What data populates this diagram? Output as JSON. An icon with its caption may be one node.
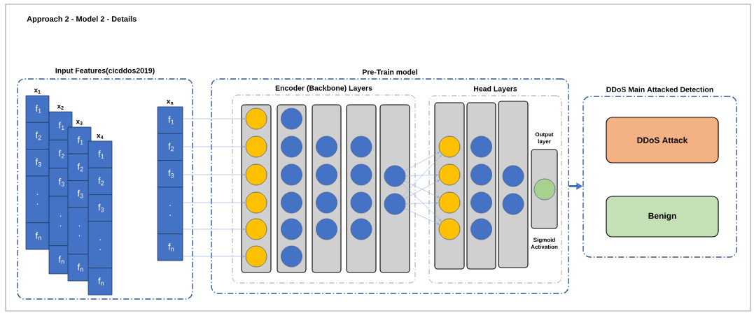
{
  "diagram": {
    "title": "Approach 2 - Model 2 - Details",
    "nodes": [
      {
        "text": [
          "Input Features(cicddos2019)"
        ]
      },
      {
        "text": [
          "x$_{1}$",
          "f$_{1}$",
          "f$_{2}$",
          "f$_{3}$",
          ". .",
          "f$_{n}$"
        ],
        "in": 0
      },
      {
        "text": [
          "x$_{2}$",
          "f$_{1}$",
          "f$_{2}$",
          "f$_{3}$",
          ". .",
          "f$_{n}$"
        ],
        "in": 0
      },
      {
        "text": [
          "x$_{3}$",
          "f$_{1}$",
          "f$_{2}$",
          "f$_{3}$",
          ". .",
          "f$_{n}$"
        ],
        "in": 0
      },
      {
        "text": [
          "x$_{4}$",
          "f$_{1}$",
          "f$_{2}$",
          "f$_{3}$",
          ". .",
          "f$_{n}$"
        ],
        "in": 0
      },
      {
        "text": [
          "x$_{n}$",
          "f$_{1}$",
          "f$_{2}$",
          "f$_{3}$",
          ". .",
          "f$_{n}$"
        ],
        "in": 0
      },
      {
        "text": [
          "Pre-Train model"
        ]
      },
      {
        "text": [
          "Encoder (Backbone) Layers"
        ],
        "in": 6
      },
      {
        "text": [],
        "shape": "bar",
        "in": 7
      },
      {
        "text": [],
        "shape": "circle",
        "in": 8
      },
      {
        "text": [],
        "shape": "circle",
        "in": 8
      },
      {
        "text": [],
        "shape": "circle",
        "in": 8
      },
      {
        "text": [],
        "shape": "circle",
        "in": 8
      },
      {
        "text": [],
        "shape": "circle",
        "in": 8
      },
      {
        "text": [],
        "shape": "circle",
        "in": 8
      },
      {
        "text": [],
        "shape": "bar",
        "in": 7
      },
      {
        "text": [],
        "shape": "circle",
        "in": 15
      },
      {
        "text": [],
        "shape": "circle",
        "in": 15
      },
      {
        "text": [],
        "shape": "circle",
        "in": 15
      },
      {
        "text": [],
        "shape": "circle",
        "in": 15
      },
      {
        "text": [],
        "shape": "circle",
        "in": 15
      },
      {
        "text": [],
        "shape": "circle",
        "in": 15
      },
      {
        "text": [],
        "shape": "bar",
        "in": 7
      },
      {
        "text": [],
        "shape": "circle",
        "in": 22
      },
      {
        "text": [],
        "shape": "circle",
        "in": 22
      },
      {
        "text": [],
        "shape": "circle",
        "in": 22
      },
      {
        "text": [],
        "shape": "circle",
        "in": 22
      },
      {
        "text": [],
        "shape": "bar",
        "in": 7
      },
      {
        "text": [],
        "shape": "circle",
        "in": 27
      },
      {
        "text": [],
        "shape": "circle",
        "in": 27
      },
      {
        "text": [],
        "shape": "circle",
        "in": 27
      },
      {
        "text": [],
        "shape": "circle",
        "in": 27
      },
      {
        "text": [],
        "shape": "bar",
        "in": 7
      },
      {
        "text": [],
        "shape": "circle",
        "in": 32
      },
      {
        "text": [],
        "shape": "circle",
        "in": 32
      },
      {
        "text": [
          "Head Layers"
        ],
        "in": 6
      },
      {
        "text": [],
        "shape": "bar",
        "in": 35
      },
      {
        "text": [],
        "shape": "circle",
        "in": 36
      },
      {
        "text": [],
        "shape": "circle",
        "in": 36
      },
      {
        "text": [],
        "shape": "circle",
        "in": 36
      },
      {
        "text": [],
        "shape": "circle",
        "in": 36
      },
      {
        "text": [],
        "shape": "bar",
        "in": 35
      },
      {
        "text": [],
        "shape": "circle",
        "in": 41
      },
      {
        "text": [],
        "shape": "circle",
        "in": 41
      },
      {
        "text": [],
        "shape": "circle",
        "in": 41
      },
      {
        "text": [],
        "shape": "circle",
        "in": 41
      },
      {
        "text": [],
        "shape": "bar",
        "in": 35
      },
      {
        "text": [],
        "shape": "circle",
        "in": 46
      },
      {
        "text": [],
        "shape": "circle",
        "in": 46
      },
      {
        "text": [
          "Output layer"
        ],
        "beside": [
          "Sigmoid Activation"
        ],
        "in": 35
      },
      {
        "text": [],
        "shape": "circle",
        "in": 49
      },
      {
        "text": [
          "DDoS Main Attacked Detection"
        ]
      },
      {
        "text": [
          "DDoS Attack"
        ],
        "in": 51
      },
      {
        "text": [
          "Benign"
        ],
        "in": 51
      }
    ],
    "edges": [
      {
        "from": 5,
        "to": 9,
        "arrow": "to"
      },
      {
        "from": 5,
        "to": 10,
        "arrow": "to"
      },
      {
        "from": 5,
        "to": 11,
        "arrow": "to"
      },
      {
        "from": 5,
        "to": 12,
        "arrow": "to"
      },
      {
        "from": 5,
        "to": 13,
        "arrow": "to"
      },
      {
        "from": 5,
        "to": 14,
        "arrow": "to"
      },
      {
        "from": 33,
        "to": 37,
        "arrow": "to"
      },
      {
        "from": 33,
        "to": 38,
        "arrow": "to"
      },
      {
        "from": 33,
        "to": 39,
        "arrow": "to"
      },
      {
        "from": 33,
        "to": 40,
        "arrow": "to"
      },
      {
        "from": 34,
        "to": 37,
        "arrow": "to"
      },
      {
        "from": 34,
        "to": 38,
        "arrow": "to"
      },
      {
        "from": 34,
        "to": 39,
        "arrow": "to"
      },
      {
        "from": 34,
        "to": 40,
        "arrow": "to"
      },
      {
        "from": 6,
        "to": 51,
        "arrow": "to",
        "style": "thick",
        "color": "#4472c4"
      }
    ]
  }
}
